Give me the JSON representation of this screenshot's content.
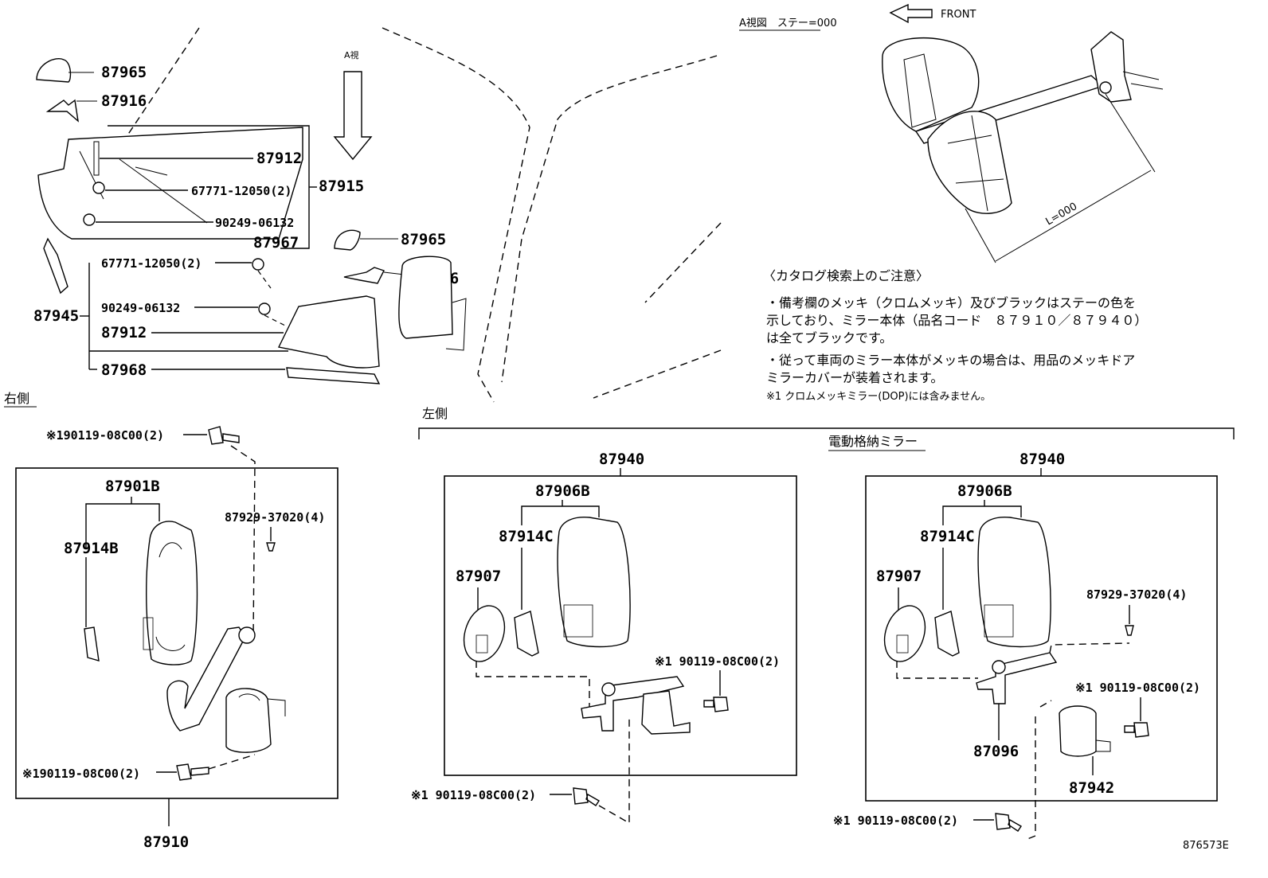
{
  "diagram_id": "876573E",
  "top": {
    "arrow_view_label": "A視",
    "view_a_title": "A視図　ステー=000",
    "front_label": "FRONT",
    "length_label": "L=000",
    "left_cluster": {
      "p87965": "87965",
      "p87916": "87916",
      "p87912": "87912",
      "p67771": "67771-12050(2)",
      "p90249": "90249-06132",
      "p87967": "87967",
      "p87915": "87915"
    },
    "mid_cluster": {
      "p87965": "87965",
      "p87916": "87916",
      "p67771": "67771-12050(2)",
      "p90249": "90249-06132",
      "p87945": "87945",
      "p87912": "87912",
      "p87968": "87968"
    }
  },
  "notes": {
    "title": "〈カタログ検索上のご注意〉",
    "line1": "・備考欄のメッキ（クロムメッキ）及びブラックはステーの色を",
    "line2": "示しており、ミラー本体（品名コード　８７９１０／８７９４０）",
    "line3": "は全てブラックです。",
    "line4": "・従って車両のミラー本体がメッキの場合は、用品のメッキドア",
    "line5": "ミラーカバーが装着されます。",
    "line6": "※1 クロムメッキミラー(DOP)には含みません。"
  },
  "right_side": {
    "section_label": "右側",
    "bolt_top": "※190119-08C00(2)",
    "p87901": "87901B",
    "p87914": "87914B",
    "p87929": "87929-37020(4)",
    "bolt_bottom": "※190119-08C00(2)",
    "assembly": "87910"
  },
  "left_side": {
    "section_label": "左側",
    "power_fold_label": "電動格納ミラー",
    "assy_a": {
      "assembly": "87940",
      "p87906": "87906B",
      "p87914": "87914C",
      "p87907": "87907",
      "bolt_inner": "※1 90119-08C00(2)",
      "bolt_outer": "※1 90119-08C00(2)"
    },
    "assy_b": {
      "assembly": "87940",
      "p87906": "87906B",
      "p87914": "87914C",
      "p87907": "87907",
      "p87929": "87929-37020(4)",
      "bolt_inner": "※1 90119-08C00(2)",
      "p87096": "87096",
      "p87942": "87942",
      "bolt_outer": "※1 90119-08C00(2)"
    }
  }
}
